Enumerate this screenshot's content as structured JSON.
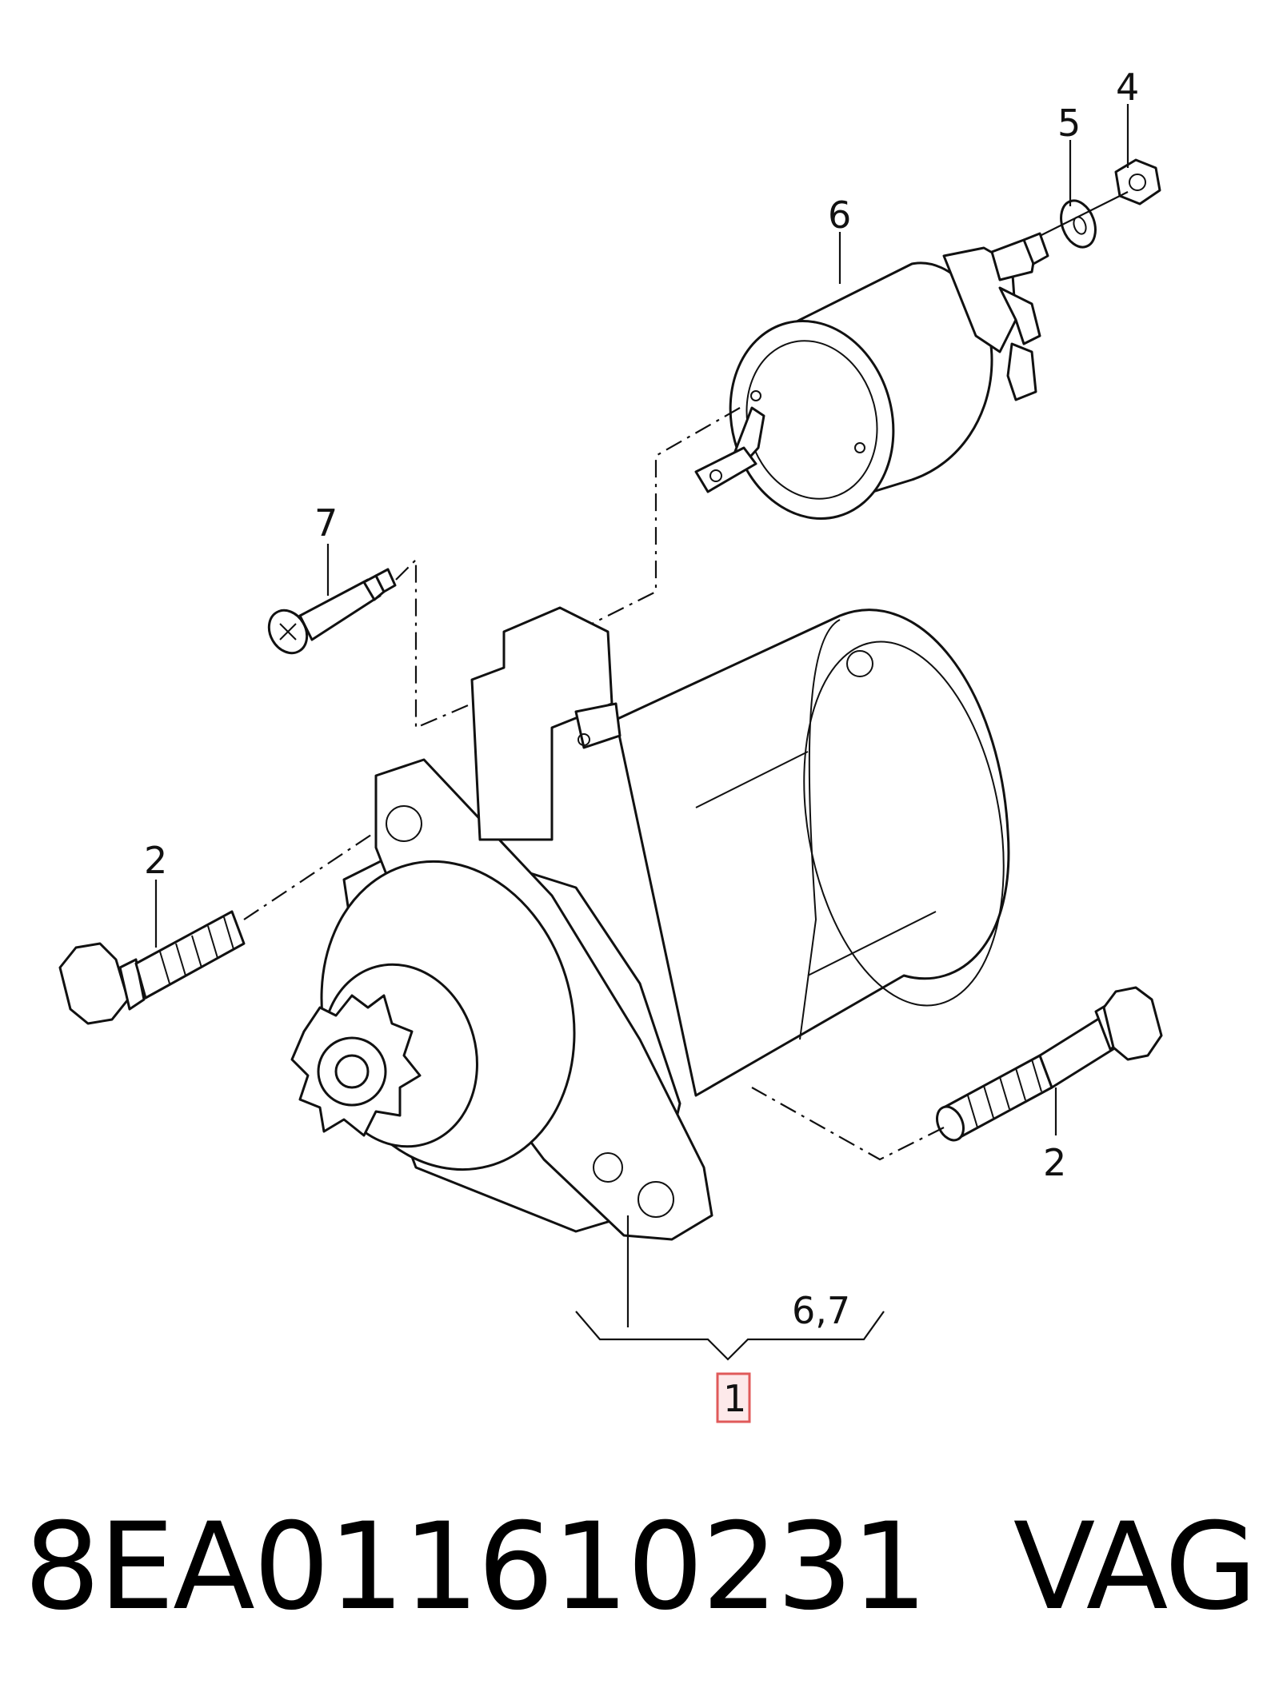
{
  "callouts": {
    "nut": "4",
    "washer": "5",
    "solenoid": "6",
    "screw": "7",
    "bolt_left": "2",
    "bolt_right": "2",
    "group": "6,7",
    "main": "1"
  },
  "footer": {
    "part_number": "8EA011610231",
    "brand": "VAG"
  },
  "colors": {
    "line": "#111111",
    "highlight_border": "#e05a5a",
    "highlight_fill": "#fde9ea"
  }
}
